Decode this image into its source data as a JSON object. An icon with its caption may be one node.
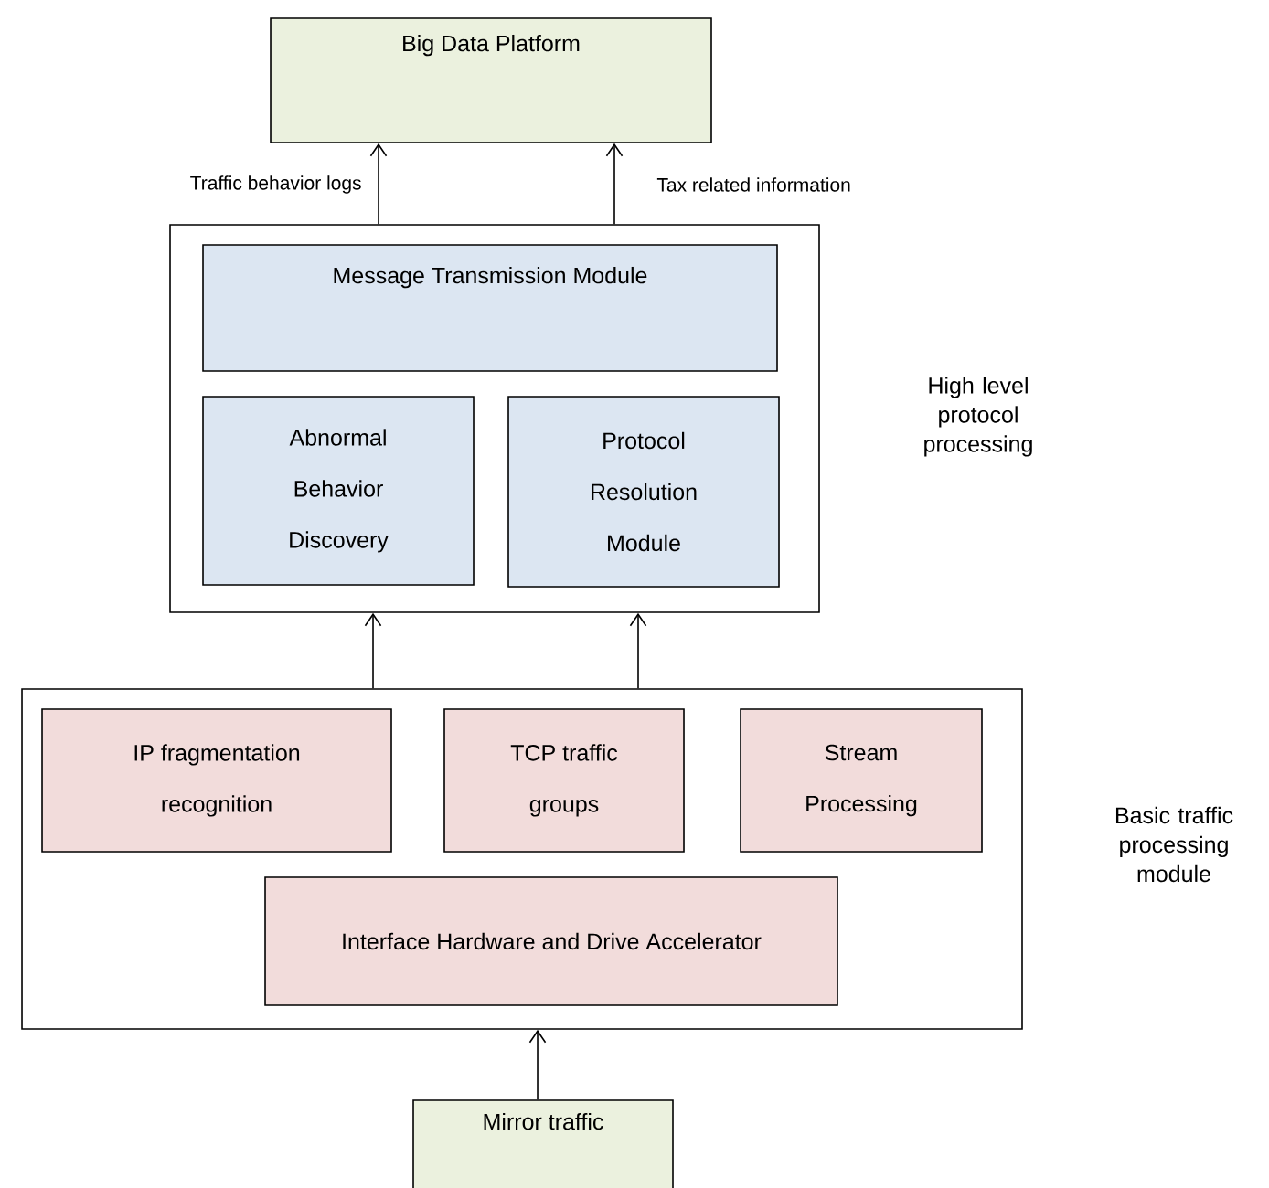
{
  "diagram": {
    "nodes": [
      {
        "text": [
          "Big Data Platform"
        ]
      },
      {
        "text": [],
        "shape": "box"
      },
      {
        "text": [
          "Message Transmission Module"
        ],
        "in": 1
      },
      {
        "text": [
          "Abnormal Behavior Discovery"
        ],
        "in": 1
      },
      {
        "text": [
          "Protocol Resolution Module"
        ],
        "in": 1
      },
      {
        "text": [],
        "shape": "box"
      },
      {
        "text": [
          "IP fragmentation recognition"
        ],
        "in": 5
      },
      {
        "text": [
          "TCP traffic groups"
        ],
        "in": 5
      },
      {
        "text": [
          "Stream Processing"
        ],
        "in": 5
      },
      {
        "text": [
          "Interface Hardware and Drive Accelerator"
        ],
        "in": 5
      },
      {
        "text": [
          "Mirror traffic"
        ]
      }
    ],
    "edges": [
      {
        "from": 1,
        "to": 0,
        "arrow": "to",
        "label": "Traffic behavior logs"
      },
      {
        "from": 1,
        "to": 0,
        "arrow": "to",
        "label": "Tax related information"
      },
      {
        "from": 5,
        "to": 1,
        "arrow": "to"
      },
      {
        "from": 5,
        "to": 1,
        "arrow": "to"
      },
      {
        "from": 10,
        "to": 5,
        "arrow": "to"
      }
    ],
    "labels": [
      "High level protocol processing",
      "Basic traffic processing module"
    ]
  }
}
